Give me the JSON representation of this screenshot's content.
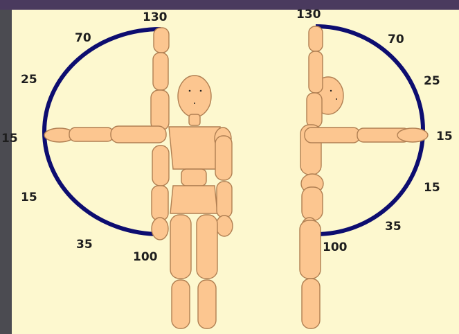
{
  "colors": {
    "background_panel": "#fdf8cf",
    "arc": "#0d0d70",
    "figure_fill": "#fcc690",
    "figure_outline": "#b07f52",
    "frame_dark": "#45454b",
    "frame_top": "#4a3a5e"
  },
  "front_view": {
    "labels": [
      "130",
      "70",
      "25",
      "15",
      "15",
      "35",
      "100"
    ]
  },
  "side_view": {
    "labels": [
      "130",
      "70",
      "25",
      "15",
      "15",
      "35",
      "100"
    ]
  }
}
